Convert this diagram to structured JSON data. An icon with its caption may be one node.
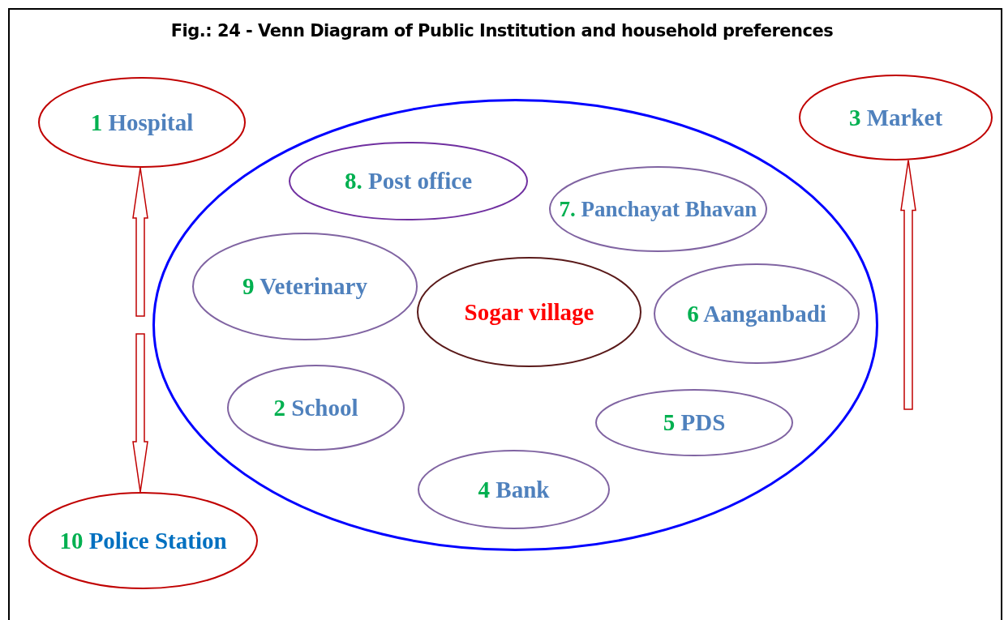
{
  "diagram": {
    "title": "Fig.: 24 - Venn Diagram of Public Institution and household preferences",
    "nodes": [
      {
        "text": [
          "1 Hospital"
        ]
      },
      {
        "text": [
          "3 Market"
        ]
      },
      {
        "text": [],
        "shape": "ellipse"
      },
      {
        "text": [
          "8. Post office"
        ],
        "in": 2
      },
      {
        "text": [
          "7. Panchayat Bhavan"
        ],
        "in": 2
      },
      {
        "text": [
          "9 Veterinary"
        ],
        "in": 2
      },
      {
        "text": [
          "Sogar village"
        ],
        "in": 2
      },
      {
        "text": [
          "6 Aanganbadi"
        ],
        "in": 2
      },
      {
        "text": [
          "2 School"
        ],
        "in": 2
      },
      {
        "text": [
          "5 PDS"
        ],
        "in": 2
      },
      {
        "text": [
          "4 Bank"
        ],
        "in": 2
      },
      {
        "text": [
          "10 Police Station"
        ]
      }
    ],
    "edges": [
      {
        "from": null,
        "to": 0,
        "arrow": "to"
      },
      {
        "from": null,
        "to": 11,
        "arrow": "to"
      },
      {
        "from": null,
        "to": 1,
        "arrow": "to"
      }
    ]
  }
}
